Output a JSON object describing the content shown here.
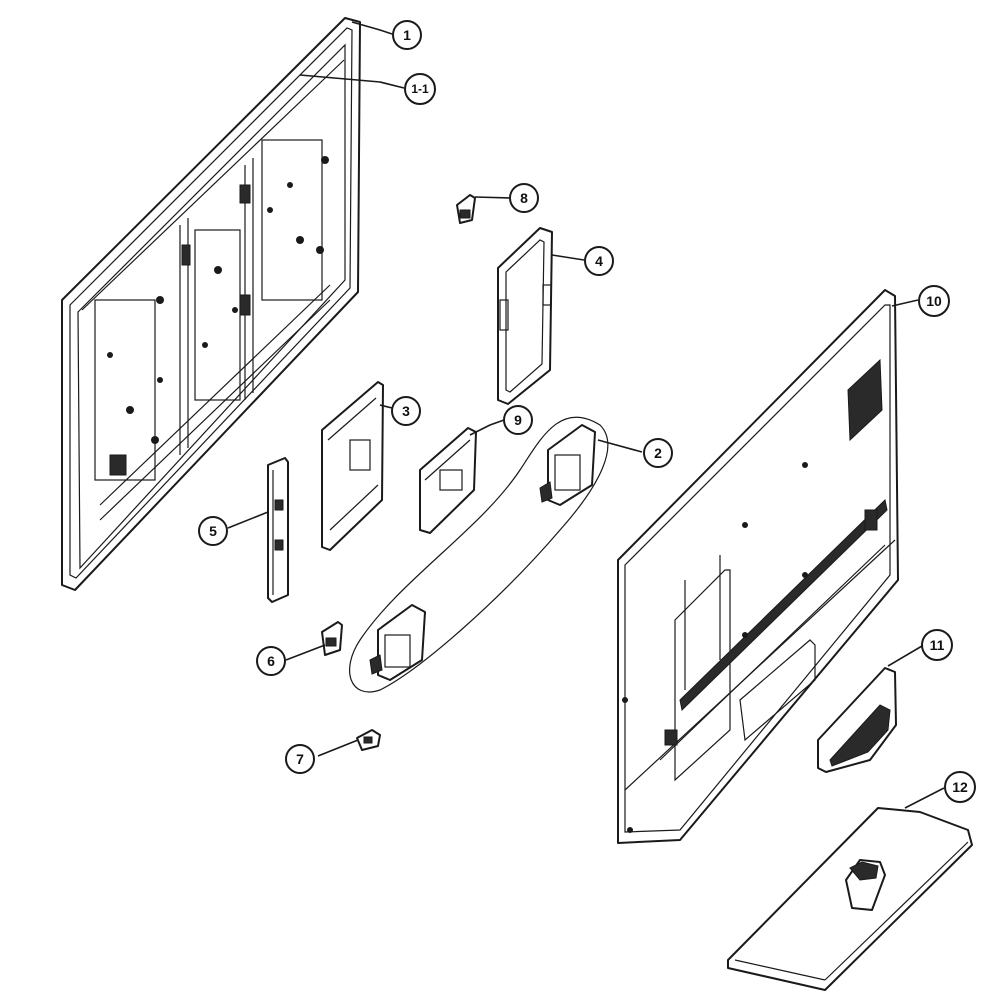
{
  "callouts": [
    {
      "id": "c1",
      "label": "1"
    },
    {
      "id": "c1-1",
      "label": "1-1"
    },
    {
      "id": "c2",
      "label": "2"
    },
    {
      "id": "c3",
      "label": "3"
    },
    {
      "id": "c4",
      "label": "4"
    },
    {
      "id": "c5",
      "label": "5"
    },
    {
      "id": "c6",
      "label": "6"
    },
    {
      "id": "c7",
      "label": "7"
    },
    {
      "id": "c8",
      "label": "8"
    },
    {
      "id": "c9",
      "label": "9"
    },
    {
      "id": "c10",
      "label": "10"
    },
    {
      "id": "c11",
      "label": "11"
    },
    {
      "id": "c12",
      "label": "12"
    }
  ],
  "colors": {
    "line": "#1a1a1a",
    "fill": "#ffffff",
    "background": "#ffffff"
  }
}
